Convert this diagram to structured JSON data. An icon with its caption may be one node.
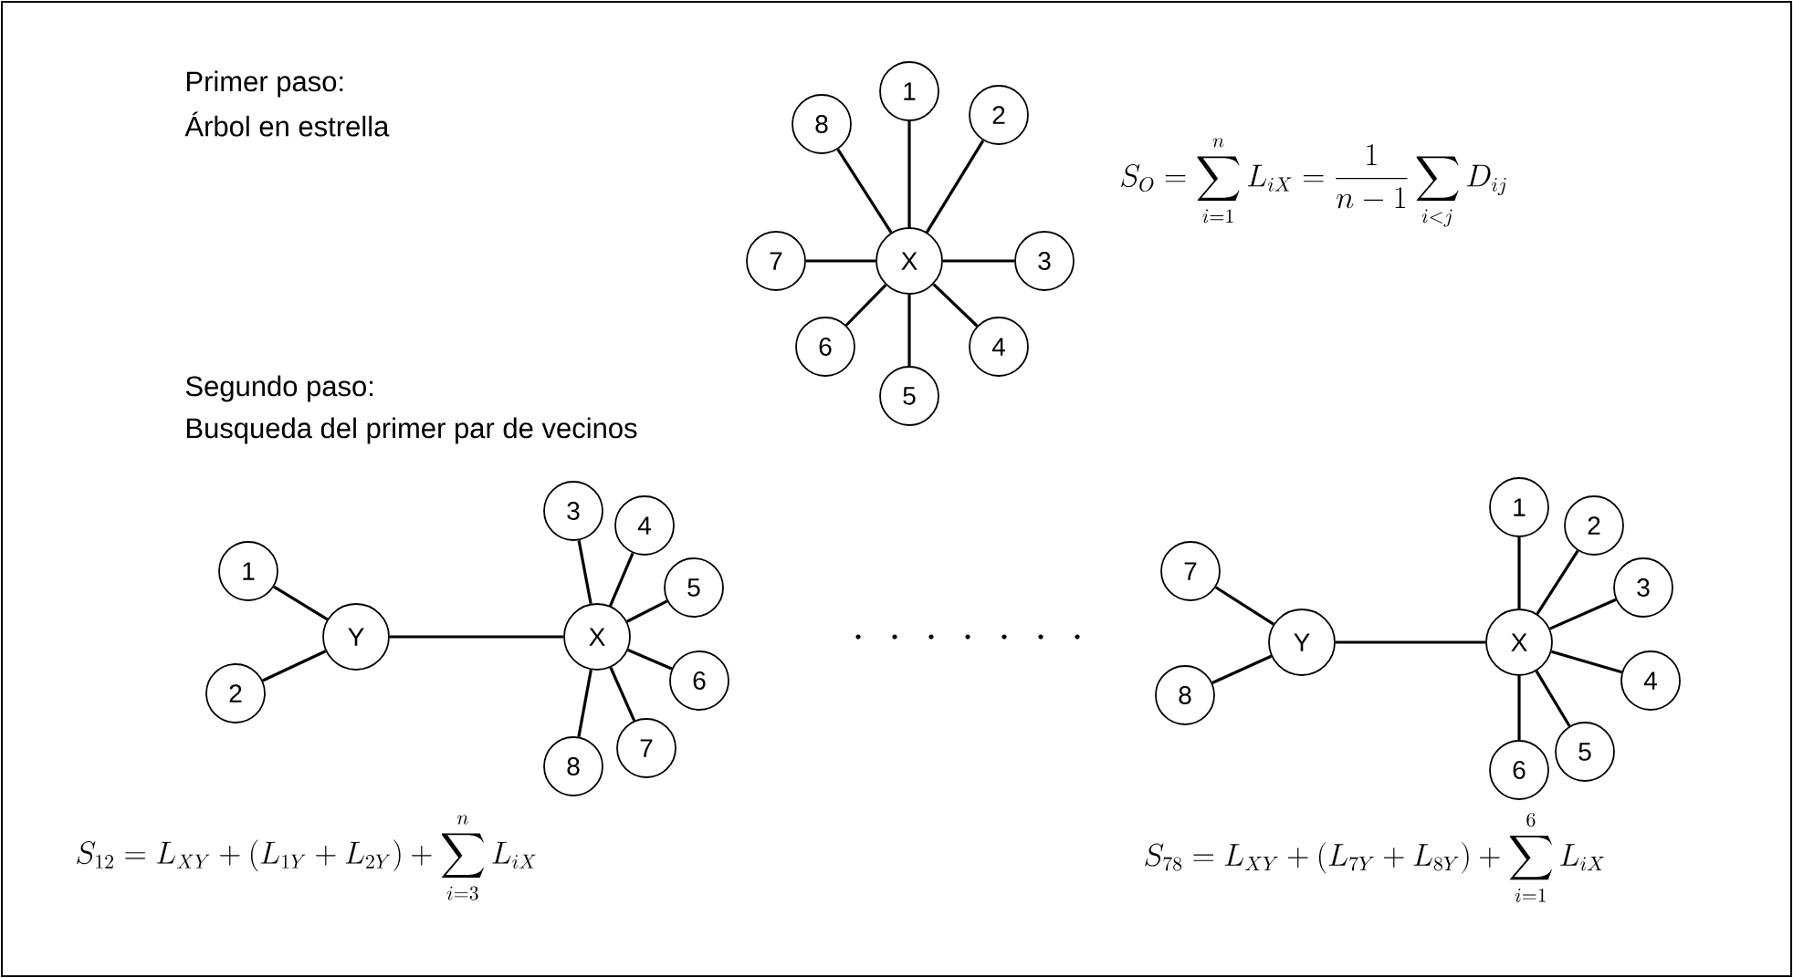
{
  "diagram": {
    "nodes": [
      {
        "text": [
          "X"
        ]
      },
      {
        "text": [
          "1"
        ]
      },
      {
        "text": [
          "2"
        ]
      },
      {
        "text": [
          "3"
        ]
      },
      {
        "text": [
          "4"
        ]
      },
      {
        "text": [
          "5"
        ]
      },
      {
        "text": [
          "6"
        ]
      },
      {
        "text": [
          "7"
        ]
      },
      {
        "text": [
          "8"
        ]
      },
      {
        "text": [
          "1"
        ]
      },
      {
        "text": [
          "2"
        ]
      },
      {
        "text": [
          "Y"
        ]
      },
      {
        "text": [
          "3"
        ]
      },
      {
        "text": [
          "4"
        ]
      },
      {
        "text": [
          "5"
        ]
      },
      {
        "text": [
          "6"
        ]
      },
      {
        "text": [
          "7"
        ]
      },
      {
        "text": [
          "8"
        ]
      },
      {
        "text": [
          "X"
        ]
      },
      {
        "text": [
          "7"
        ]
      },
      {
        "text": [
          "8"
        ]
      },
      {
        "text": [
          "Y"
        ]
      },
      {
        "text": [
          "1"
        ]
      },
      {
        "text": [
          "2"
        ]
      },
      {
        "text": [
          "3"
        ]
      },
      {
        "text": [
          "4"
        ]
      },
      {
        "text": [
          "5"
        ]
      },
      {
        "text": [
          "6"
        ]
      },
      {
        "text": [
          "X"
        ]
      }
    ],
    "edges": [
      {
        "from": 0,
        "to": 1,
        "arrow": "none"
      },
      {
        "from": 0,
        "to": 2,
        "arrow": "none"
      },
      {
        "from": 0,
        "to": 3,
        "arrow": "none"
      },
      {
        "from": 0,
        "to": 4,
        "arrow": "none"
      },
      {
        "from": 0,
        "to": 5,
        "arrow": "none"
      },
      {
        "from": 0,
        "to": 6,
        "arrow": "none"
      },
      {
        "from": 0,
        "to": 7,
        "arrow": "none"
      },
      {
        "from": 0,
        "to": 8,
        "arrow": "none"
      },
      {
        "from": 11,
        "to": 9,
        "arrow": "none"
      },
      {
        "from": 11,
        "to": 10,
        "arrow": "none"
      },
      {
        "from": 11,
        "to": 18,
        "arrow": "none"
      },
      {
        "from": 18,
        "to": 12,
        "arrow": "none"
      },
      {
        "from": 18,
        "to": 13,
        "arrow": "none"
      },
      {
        "from": 18,
        "to": 14,
        "arrow": "none"
      },
      {
        "from": 18,
        "to": 15,
        "arrow": "none"
      },
      {
        "from": 18,
        "to": 16,
        "arrow": "none"
      },
      {
        "from": 18,
        "to": 17,
        "arrow": "none"
      },
      {
        "from": 21,
        "to": 19,
        "arrow": "none"
      },
      {
        "from": 21,
        "to": 20,
        "arrow": "none"
      },
      {
        "from": 21,
        "to": 28,
        "arrow": "none"
      },
      {
        "from": 28,
        "to": 22,
        "arrow": "none"
      },
      {
        "from": 28,
        "to": 23,
        "arrow": "none"
      },
      {
        "from": 28,
        "to": 24,
        "arrow": "none"
      },
      {
        "from": 28,
        "to": 25,
        "arrow": "none"
      },
      {
        "from": 28,
        "to": 26,
        "arrow": "none"
      },
      {
        "from": 28,
        "to": 27,
        "arrow": "none"
      }
    ],
    "labels": [
      "Primer paso:",
      "Árbol en estrella",
      "S_O = \\sum_{i=1}^{n} L_{iX} = \\frac{1}{n-1} \\sum_{i<j} D_{ij}",
      "Segundo paso:",
      "Busqueda del primer par de vecinos",
      "S_{12} = L_{XY} + (L_{1Y} + L_{2Y}) + \\sum_{i=3}^{n} L_{iX}",
      "S_{78} = L_{XY} + (L_{7Y} + L_{8Y}) + \\sum_{i=1}^{6} L_{iX}"
    ]
  }
}
